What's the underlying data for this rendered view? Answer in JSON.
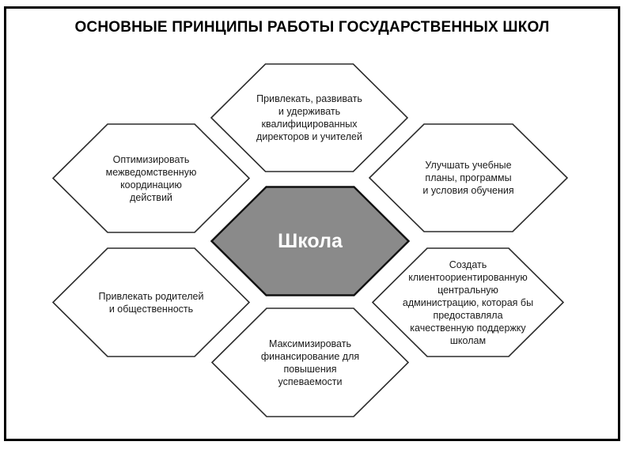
{
  "title": "ОСНОВНЫЕ ПРИНЦИПЫ РАБОТЫ ГОСУДАРСТВЕННЫХ ШКОЛ",
  "diagram": {
    "type": "hexagon-cluster",
    "colors": {
      "center_fill": "#8a8a8a",
      "center_stroke": "#111111",
      "satellite_fill": "#ffffff",
      "satellite_stroke": "#2b2b2b",
      "frame_border": "#000000",
      "text": "#1a1a1a",
      "center_text": "#ffffff"
    },
    "center": {
      "id": "center",
      "text": "Школа"
    },
    "hexagons": [
      {
        "id": "top",
        "text": "Привлекать, развивать\nи удерживать\nквалифицированных\nдиректоров и учителей"
      },
      {
        "id": "top-left",
        "text": "Оптимизировать\nмежведомственную\nкоординацию\nдействий"
      },
      {
        "id": "top-right",
        "text": "Улучшать учебные\nпланы, программы\nи условия обучения"
      },
      {
        "id": "bottom-left",
        "text": "Привлекать родителей\nи общественность"
      },
      {
        "id": "bottom-right",
        "text": "Создать\nклиентоориентированную\nцентральную\nадминистрацию, которая бы\nпредоставляла\nкачественную поддержку\nшколам"
      },
      {
        "id": "bottom",
        "text": "Максимизировать\nфинансирование для\nповышения\nуспеваемости"
      }
    ]
  }
}
